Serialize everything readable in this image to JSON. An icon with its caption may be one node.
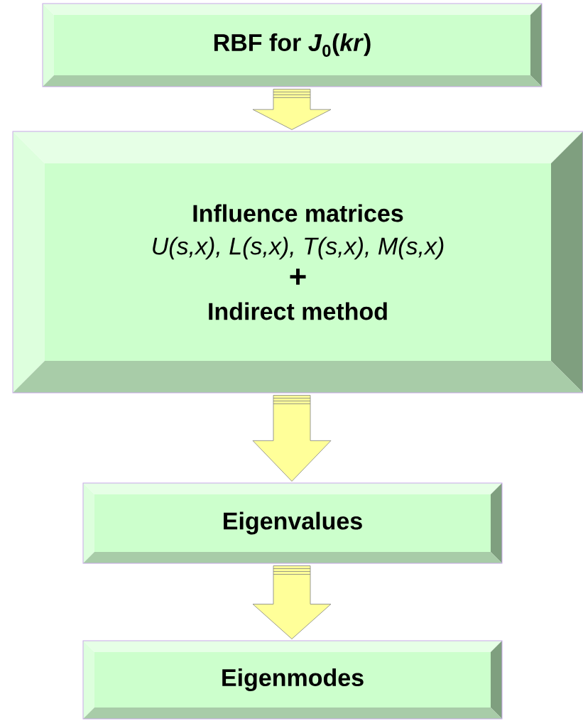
{
  "diagram": {
    "nodes": [
      {
        "text": [
          "RBF for *J*$_{0}$(*kr*)"
        ]
      },
      {
        "text": [
          "Influence matrices",
          "U(s,x), L(s,x), T(s,x), M(s,x)",
          "+",
          "Indirect method"
        ]
      },
      {
        "text": [
          "Eigenvalues"
        ]
      },
      {
        "text": [
          "Eigenmodes"
        ]
      }
    ],
    "edges": [
      {
        "from": 0,
        "to": 1,
        "arrow": "to"
      },
      {
        "from": 1,
        "to": 2,
        "arrow": "to"
      },
      {
        "from": 2,
        "to": 3,
        "arrow": "to"
      }
    ]
  }
}
